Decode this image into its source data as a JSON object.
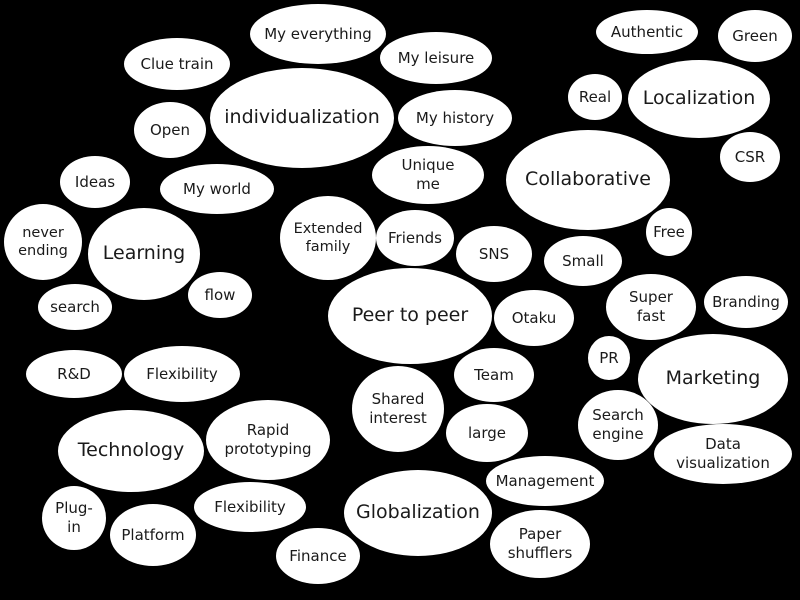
{
  "bubbles": [
    {
      "key": "individualization",
      "label": "individualization",
      "kind": "main"
    },
    {
      "key": "learning",
      "label": "Learning",
      "kind": "main"
    },
    {
      "key": "technology",
      "label": "Technology",
      "kind": "main"
    },
    {
      "key": "peer-to-peer",
      "label": "Peer to peer",
      "kind": "main"
    },
    {
      "key": "globalization",
      "label": "Globalization",
      "kind": "main"
    },
    {
      "key": "collaborative",
      "label": "Collaborative",
      "kind": "main"
    },
    {
      "key": "localization",
      "label": "Localization",
      "kind": "main"
    },
    {
      "key": "marketing",
      "label": "Marketing",
      "kind": "main"
    },
    {
      "key": "my-everything",
      "label": "My everything",
      "kind": "term"
    },
    {
      "key": "my-leisure",
      "label": "My leisure",
      "kind": "term"
    },
    {
      "key": "clue-train",
      "label": "Clue train",
      "kind": "term"
    },
    {
      "key": "open",
      "label": "Open",
      "kind": "term"
    },
    {
      "key": "my-history",
      "label": "My history",
      "kind": "term"
    },
    {
      "key": "unique-me",
      "label": "Unique\nme",
      "kind": "term"
    },
    {
      "key": "my-world",
      "label": "My world",
      "kind": "term"
    },
    {
      "key": "ideas",
      "label": "Ideas",
      "kind": "term"
    },
    {
      "key": "never-ending",
      "label": "never\nending",
      "kind": "term"
    },
    {
      "key": "search",
      "label": "search",
      "kind": "term"
    },
    {
      "key": "flow",
      "label": "flow",
      "kind": "term"
    },
    {
      "key": "extended-family",
      "label": "Extended\nfamily",
      "kind": "term"
    },
    {
      "key": "friends",
      "label": "Friends",
      "kind": "term"
    },
    {
      "key": "sns",
      "label": "SNS",
      "kind": "term"
    },
    {
      "key": "small",
      "label": "Small",
      "kind": "term"
    },
    {
      "key": "free",
      "label": "Free",
      "kind": "term"
    },
    {
      "key": "authentic",
      "label": "Authentic",
      "kind": "term"
    },
    {
      "key": "green",
      "label": "Green",
      "kind": "term"
    },
    {
      "key": "real",
      "label": "Real",
      "kind": "term"
    },
    {
      "key": "csr",
      "label": "CSR",
      "kind": "term"
    },
    {
      "key": "super-fast",
      "label": "Super\nfast",
      "kind": "term"
    },
    {
      "key": "branding",
      "label": "Branding",
      "kind": "term"
    },
    {
      "key": "otaku",
      "label": "Otaku",
      "kind": "term"
    },
    {
      "key": "pr",
      "label": "PR",
      "kind": "term"
    },
    {
      "key": "rnd",
      "label": "R&D",
      "kind": "term"
    },
    {
      "key": "flexibility-1",
      "label": "Flexibility",
      "kind": "term"
    },
    {
      "key": "team",
      "label": "Team",
      "kind": "term"
    },
    {
      "key": "shared-interest",
      "label": "Shared\ninterest",
      "kind": "term"
    },
    {
      "key": "search-engine",
      "label": "Search\nengine",
      "kind": "term"
    },
    {
      "key": "data-visualization",
      "label": "Data\nvisualization",
      "kind": "term"
    },
    {
      "key": "rapid-prototyping",
      "label": "Rapid\nprototyping",
      "kind": "term"
    },
    {
      "key": "large",
      "label": "large",
      "kind": "term"
    },
    {
      "key": "management",
      "label": "Management",
      "kind": "term"
    },
    {
      "key": "plug-in",
      "label": "Plug-\nin",
      "kind": "term"
    },
    {
      "key": "flexibility-2",
      "label": "Flexibility",
      "kind": "term"
    },
    {
      "key": "platform",
      "label": "Platform",
      "kind": "term"
    },
    {
      "key": "finance",
      "label": "Finance",
      "kind": "term"
    },
    {
      "key": "paper-shufflers",
      "label": "Paper\nshufflers",
      "kind": "term"
    }
  ]
}
